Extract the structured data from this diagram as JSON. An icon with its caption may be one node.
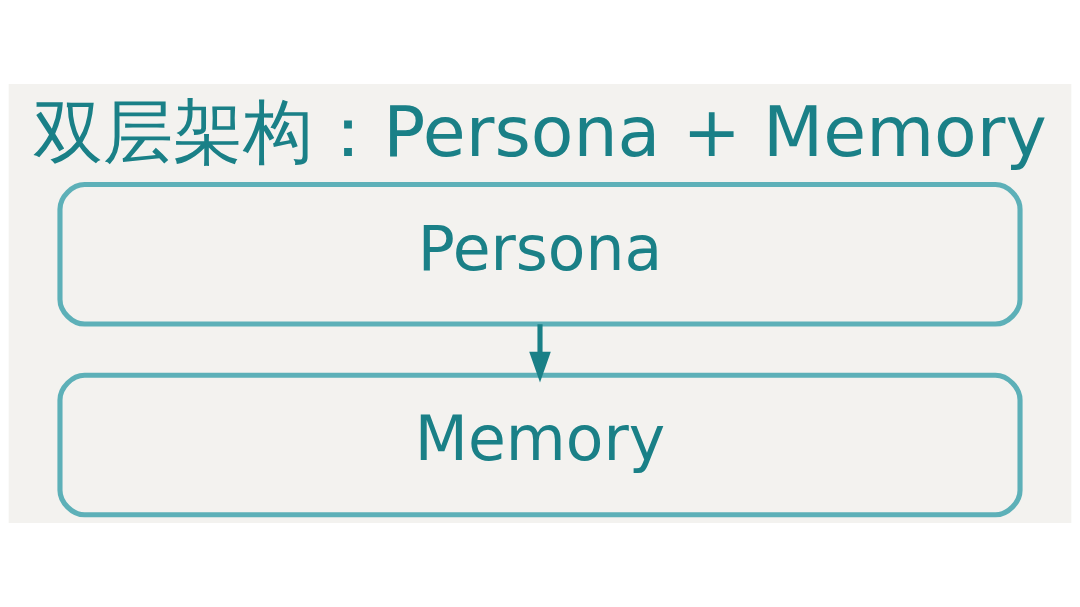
{
  "diagram": {
    "title": "双层架构：Persona + Memory",
    "nodes": [
      {
        "text": [
          "Persona"
        ]
      },
      {
        "text": [
          "Memory"
        ]
      }
    ],
    "edges": [
      {
        "from": 0,
        "to": 1,
        "arrow": "to"
      }
    ]
  }
}
